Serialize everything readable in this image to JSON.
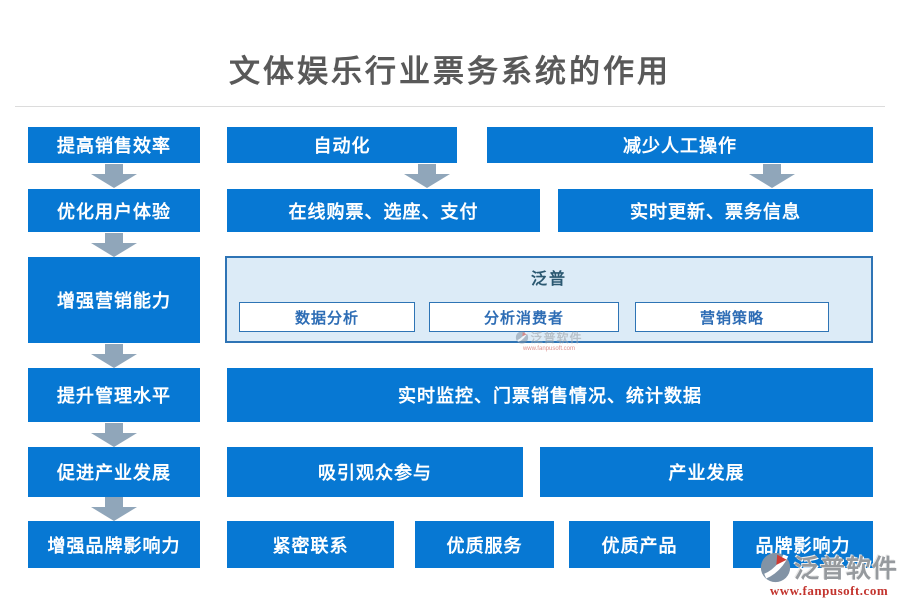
{
  "title": "文体娱乐行业票务系统的作用",
  "left_flow": [
    "提高销售效率",
    "优化用户体验",
    "增强营销能力",
    "提升管理水平",
    "促进产业发展",
    "增强品牌影响力"
  ],
  "row1": {
    "automation": "自动化",
    "reduce_manual": "减少人工操作"
  },
  "row2": {
    "online_ticketing": "在线购票、选座、支付",
    "realtime_update": "实时更新、票务信息"
  },
  "panel": {
    "title": "泛普",
    "items": [
      "数据分析",
      "分析消费者",
      "营销策略"
    ]
  },
  "row4": {
    "monitoring": "实时监控、门票销售情况、统计数据"
  },
  "row5": {
    "attract_audience": "吸引观众参与",
    "industry_dev": "产业发展"
  },
  "row6": {
    "close_contact": "紧密联系",
    "quality_service": "优质服务",
    "quality_product": "优质产品",
    "brand_influence": "品牌影响力"
  },
  "watermark": {
    "brand": "泛普软件",
    "url": "www.fanpusoft.com"
  },
  "colors": {
    "box_blue": "#0778d3",
    "arrow_gray": "#90a6ba",
    "panel_bg": "#dcebf7",
    "panel_border": "#2e74b5",
    "panel_title_text": "#2b5871",
    "panel_item_text": "#2e6db5",
    "title_gray": "#595959",
    "watermark_gray": "#969a9e",
    "watermark_red": "#c3342e"
  }
}
